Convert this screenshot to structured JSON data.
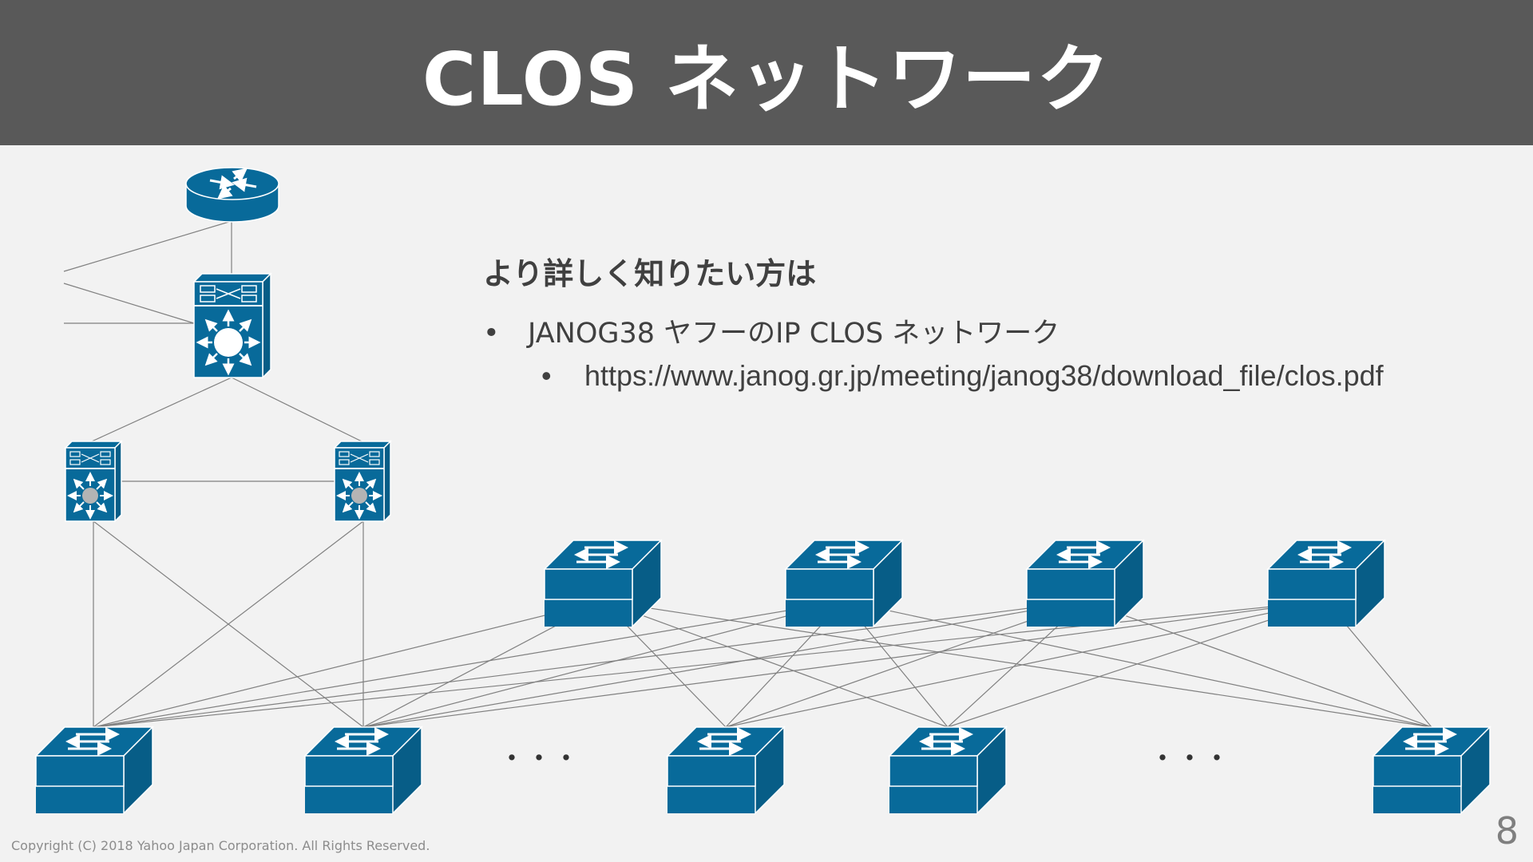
{
  "title": "CLOS ネットワーク",
  "info": {
    "heading": "より詳しく知りたい方は",
    "bullet_mark": "•",
    "item": "JANOG38 ヤフーのIP CLOS ネットワーク",
    "subitem": "https://www.janog.gr.jp/meeting/janog38/download_file/clos.pdf"
  },
  "ellipsis_left": "・・・",
  "ellipsis_right": "・・・",
  "footer": "Copyright (C) 2018 Yahoo Japan Corporation. All Rights Reserved.",
  "page_number": "8",
  "colors": {
    "header_bg": "#595959",
    "icon_blue": "#086a9a",
    "background": "#f2f2f2",
    "line": "#808080"
  },
  "icons": {
    "router": "router-icon",
    "core": "core-switch-icon",
    "aggregation": "multilayer-switch-icon",
    "spine": "switch-icon",
    "leaf": "switch-icon"
  }
}
